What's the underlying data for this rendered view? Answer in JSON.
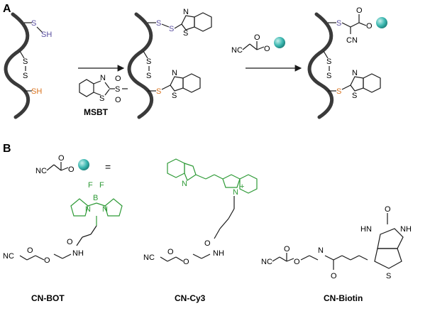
{
  "panels": {
    "a_label": "A",
    "b_label": "B"
  },
  "reagents": {
    "msbt": "MSBT",
    "equals": "="
  },
  "atoms": {
    "S": "S",
    "SH": "SH",
    "N": "N",
    "O": "O",
    "CN": "CN",
    "NC": "NC",
    "NH": "NH",
    "HN": "HN",
    "B": "B",
    "F": "F",
    "plus": "+"
  },
  "compounds": {
    "bot": "CN-BOT",
    "cy3": "CN-Cy3",
    "biotin": "CN-Biotin"
  },
  "colors": {
    "thiol_orange": "#d9731e",
    "thiol_purple": "#5a4fa0",
    "dye_green": "#2e9a36",
    "bead_teal": "#3bb7b0"
  }
}
